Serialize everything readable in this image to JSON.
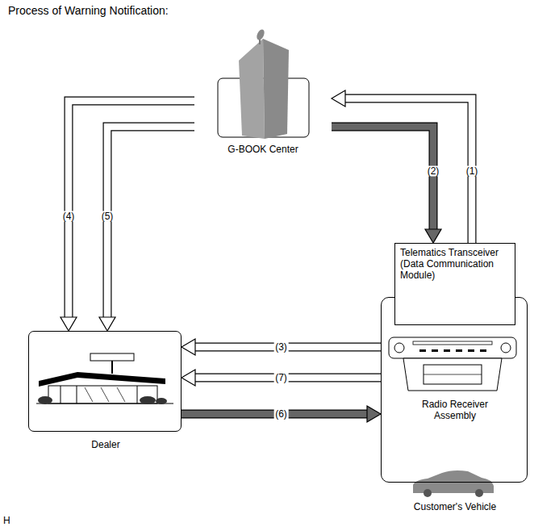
{
  "diagram": {
    "title": "Process of Warning Notification:",
    "nodes": [
      {
        "text": [
          "G-BOOK Center"
        ]
      },
      {
        "text": [
          "Dealer"
        ]
      },
      {
        "text": [
          "Customer's Vehicle"
        ]
      },
      {
        "text": [
          "Telematics Transceiver (Data Communication Module)"
        ],
        "in": 2
      },
      {
        "text": [
          "Radio Receiver Assembly"
        ],
        "in": 2
      }
    ],
    "edges": [
      {
        "from": 3,
        "to": 0,
        "arrow": "to",
        "label": "(1)"
      },
      {
        "from": 0,
        "to": 3,
        "arrow": "to",
        "label": "(2)"
      },
      {
        "from": 2,
        "to": 1,
        "arrow": "to",
        "label": "(3)"
      },
      {
        "from": 0,
        "to": 1,
        "arrow": "to",
        "label": "(4)"
      },
      {
        "from": 0,
        "to": 1,
        "arrow": "to",
        "label": "(5)"
      },
      {
        "from": 1,
        "to": 2,
        "arrow": "to",
        "label": "(6)"
      },
      {
        "from": 2,
        "to": 1,
        "arrow": "to",
        "label": "(7)"
      }
    ],
    "labels": [
      "H"
    ]
  }
}
